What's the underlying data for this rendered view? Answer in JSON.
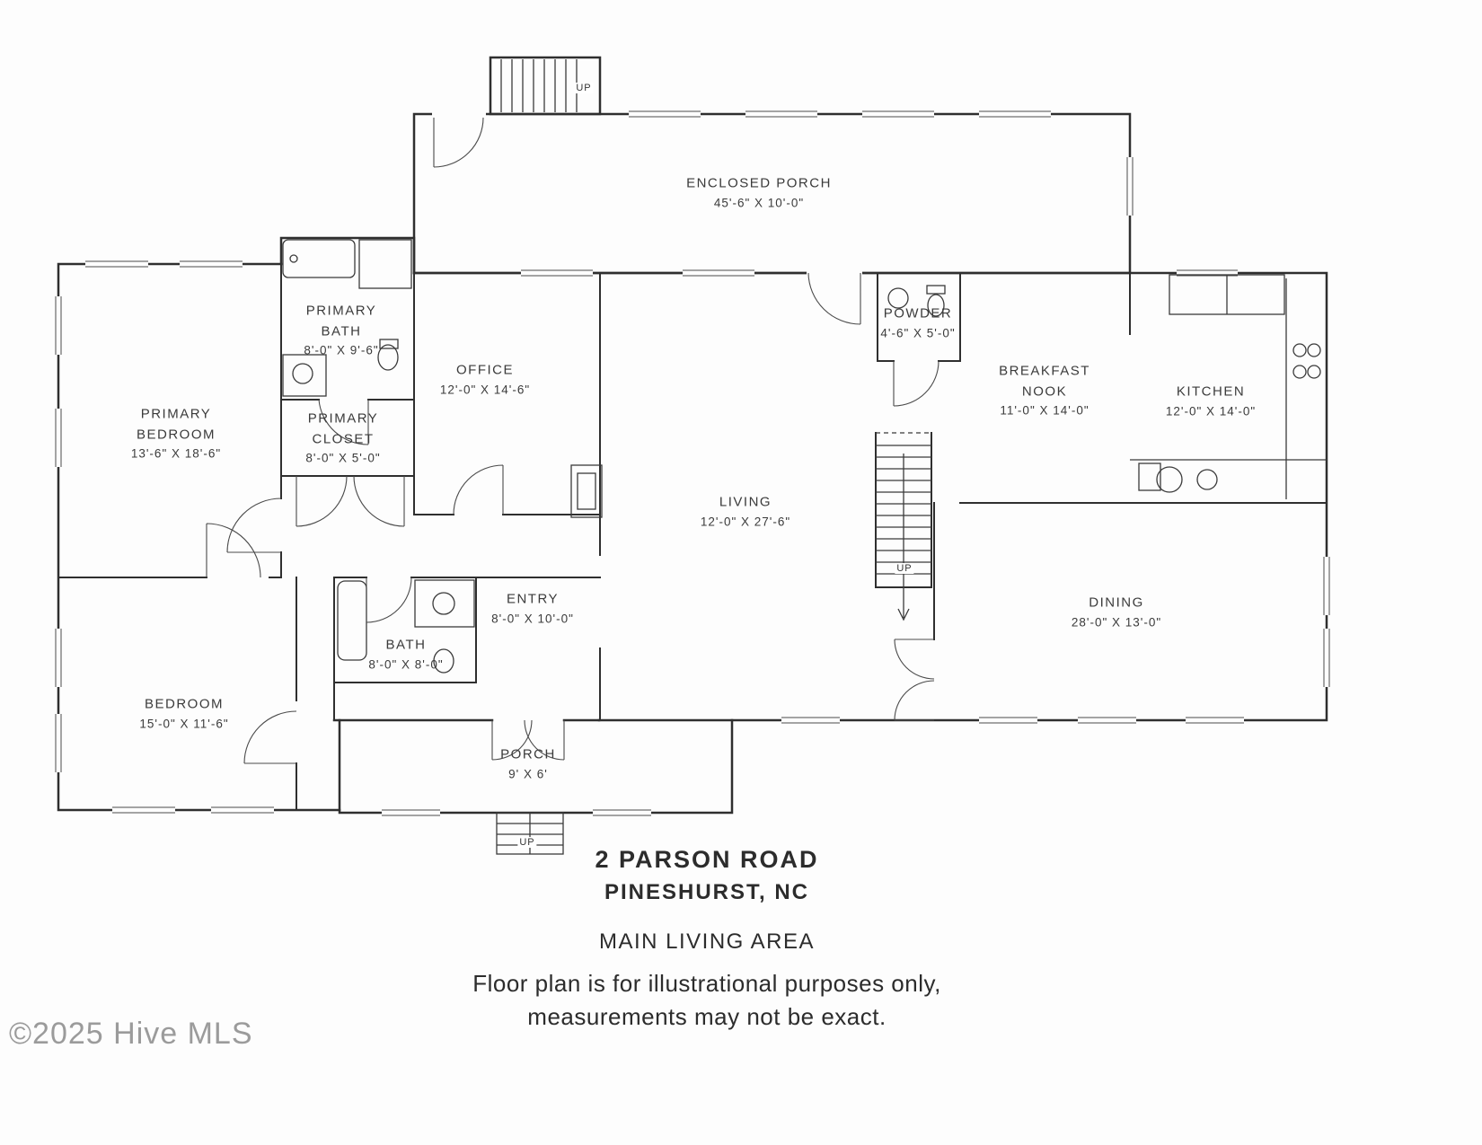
{
  "rooms": {
    "enclosed_porch": {
      "name": "ENCLOSED PORCH",
      "dims": "45'-6\" X 10'-0\""
    },
    "primary_bath": {
      "name": "PRIMARY BATH",
      "dims": "8'-0\" X 9'-6\""
    },
    "office": {
      "name": "OFFICE",
      "dims": "12'-0\" X 14'-6\""
    },
    "powder": {
      "name": "POWDER",
      "dims": "4'-6\" X 5'-0\""
    },
    "breakfast_nook": {
      "name": "BREAKFAST NOOK",
      "dims": "11'-0\" X 14'-0\""
    },
    "kitchen": {
      "name": "KITCHEN",
      "dims": "12'-0\" X 14'-0\""
    },
    "primary_bedroom": {
      "name": "PRIMARY BEDROOM",
      "dims": "13'-6\" X 18'-6\""
    },
    "primary_closet": {
      "name": "PRIMARY CLOSET",
      "dims": "8'-0\" X 5'-0\""
    },
    "living": {
      "name": "LIVING",
      "dims": "12'-0\" X 27'-6\""
    },
    "entry": {
      "name": "ENTRY",
      "dims": "8'-0\" X 10'-0\""
    },
    "dining": {
      "name": "DINING",
      "dims": "28'-0\" X 13'-0\""
    },
    "bath": {
      "name": "BATH",
      "dims": "8'-0\" X 8'-0\""
    },
    "bedroom": {
      "name": "BEDROOM",
      "dims": "15'-0\" X 11'-6\""
    },
    "porch": {
      "name": "PORCH",
      "dims": "9' X 6'"
    }
  },
  "stairs": {
    "up_label": "UP"
  },
  "title_block": {
    "address_line1": "2 PARSON ROAD",
    "address_line2": "PINESHURST, NC",
    "subtitle": "MAIN LIVING AREA",
    "disclaimer_line1": "Floor plan is for illustrational purposes only,",
    "disclaimer_line2": "measurements may not be exact."
  },
  "watermark": "©2025 Hive MLS",
  "colors": {
    "wall": "#2f2f2f",
    "text": "#3b3b3b",
    "watermark": "#9b9b9b"
  }
}
